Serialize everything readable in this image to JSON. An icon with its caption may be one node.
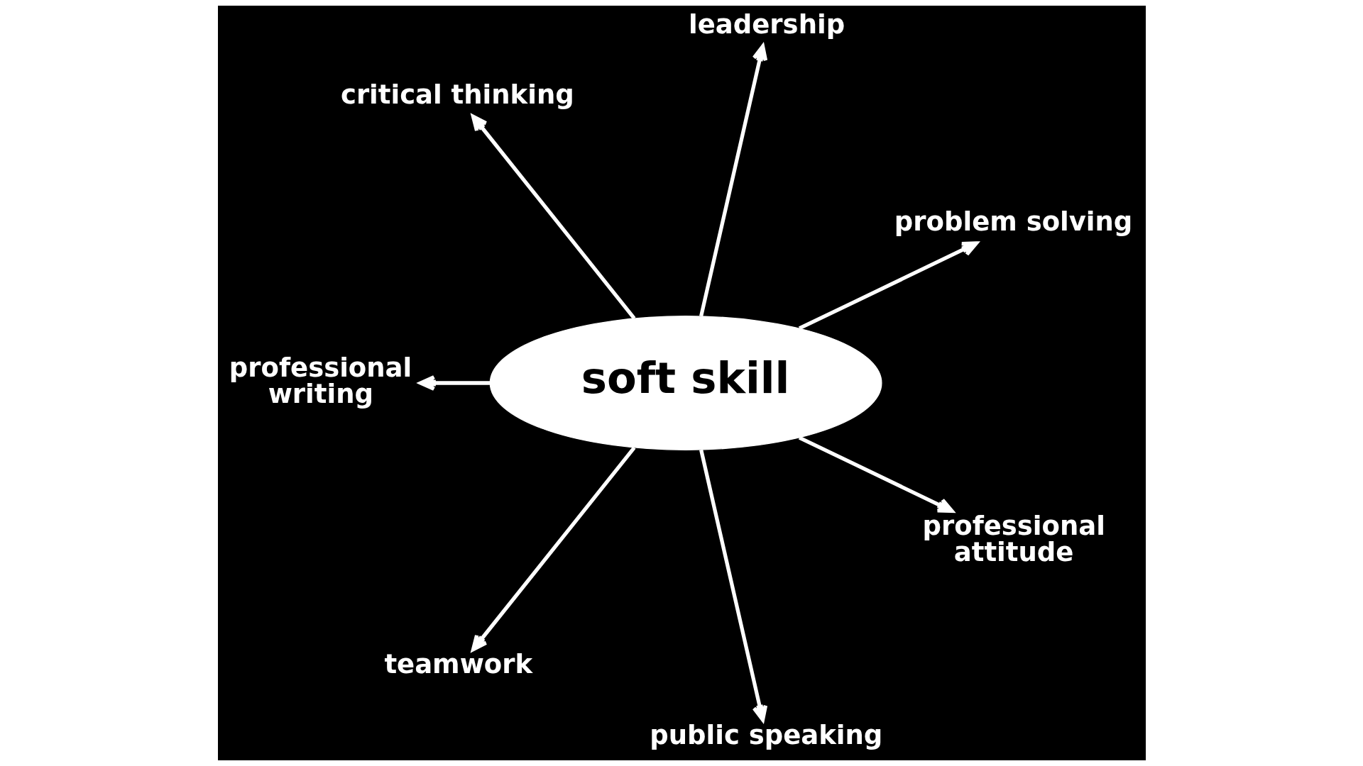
{
  "diagram": {
    "nodes": [
      {
        "text": [
          "critical thinking"
        ]
      },
      {
        "text": [
          "leadership"
        ]
      },
      {
        "text": [
          "professional writing"
        ]
      },
      {
        "text": [
          "soft skill"
        ]
      },
      {
        "text": [
          "problem solving"
        ]
      },
      {
        "text": [
          "teamwork"
        ]
      },
      {
        "text": [
          "professional attitude"
        ]
      },
      {
        "text": [
          "public speaking"
        ]
      }
    ],
    "edges": [
      {
        "from": 3,
        "to": 4,
        "arrow": "to"
      },
      {
        "from": 3,
        "to": 1,
        "arrow": "to"
      },
      {
        "from": 3,
        "to": 0,
        "arrow": "to"
      },
      {
        "from": 3,
        "to": 2,
        "arrow": "to"
      },
      {
        "from": 3,
        "to": 5,
        "arrow": "to"
      },
      {
        "from": 3,
        "to": 7,
        "arrow": "to"
      },
      {
        "from": 3,
        "to": 6,
        "arrow": "to"
      }
    ]
  }
}
